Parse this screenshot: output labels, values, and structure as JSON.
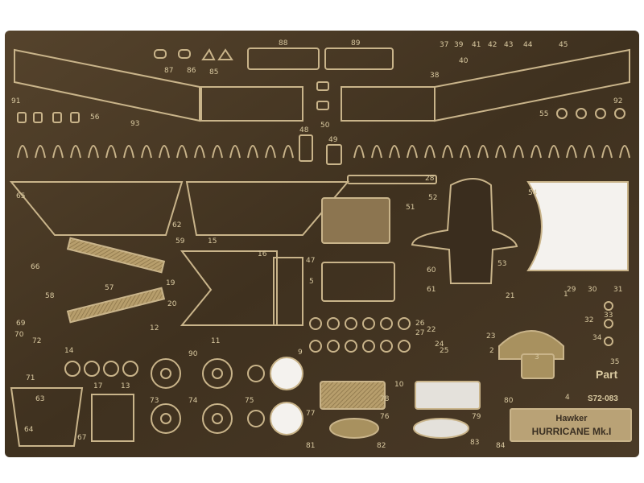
{
  "fret": {
    "product_code": "S72-083",
    "brand": "Part",
    "title_line1": "Hawker",
    "title_line2": "HURRICANE Mk.I",
    "colors": {
      "background": "#ffffff",
      "sheet": "#4a3a27",
      "sheet_dark": "#2f2418",
      "brass": "#c9b48a",
      "brass_light": "#e6d6b0",
      "film": "#f4f2ee"
    }
  },
  "part_numbers": [
    "1",
    "2",
    "3",
    "4",
    "5",
    "9",
    "10",
    "11",
    "12",
    "13",
    "14",
    "15",
    "16",
    "17",
    "19",
    "20",
    "21",
    "22",
    "23",
    "24",
    "25",
    "26",
    "27",
    "28",
    "29",
    "30",
    "31",
    "32",
    "33",
    "34",
    "35",
    "37",
    "38",
    "39",
    "40",
    "41",
    "42",
    "43",
    "44",
    "45",
    "47",
    "48",
    "49",
    "50",
    "51",
    "52",
    "53",
    "54",
    "55",
    "56",
    "57",
    "58",
    "59",
    "60",
    "61",
    "62",
    "63",
    "64",
    "65",
    "66",
    "67",
    "69",
    "70",
    "71",
    "72",
    "73",
    "74",
    "75",
    "76",
    "77",
    "78",
    "79",
    "80",
    "81",
    "82",
    "83",
    "84",
    "85",
    "86",
    "87",
    "88",
    "89",
    "90",
    "91",
    "92",
    "93"
  ]
}
